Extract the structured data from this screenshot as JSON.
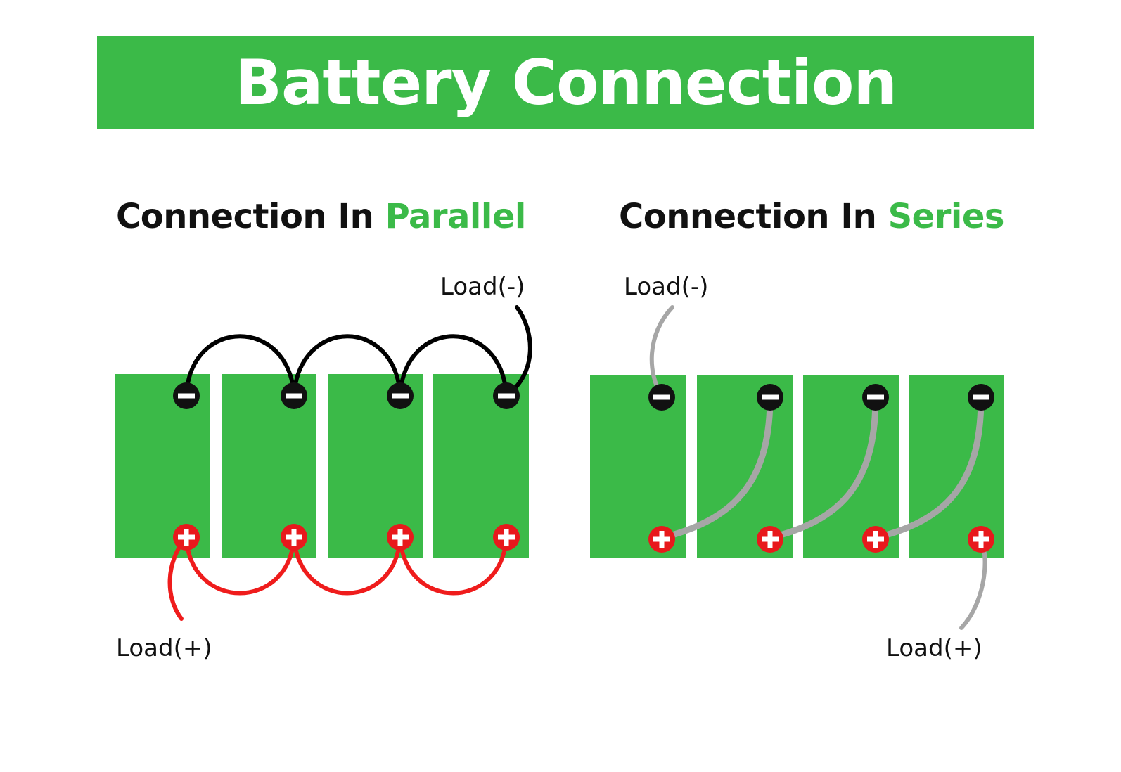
{
  "title": "Battery Connection",
  "parallel": {
    "heading_prefix": "Connection In ",
    "heading_accent": "Parallel",
    "load_negative": "Load(-)",
    "load_positive": "Load(+)",
    "battery_count": 4
  },
  "series": {
    "heading_prefix": "Connection In ",
    "heading_accent": "Series",
    "load_negative": "Load(-)",
    "load_positive": "Load(+)",
    "battery_count": 4
  },
  "colors": {
    "accent": "#3bba48",
    "battery": "#3bba48",
    "negative_wire": "#000000",
    "positive_wire": "#ef1c1c",
    "series_wire": "#a6a6a6",
    "negative_terminal": "#111111",
    "positive_terminal": "#e8191c"
  },
  "icons": {
    "negative_terminal": "minus-terminal-icon",
    "positive_terminal": "plus-terminal-icon"
  }
}
